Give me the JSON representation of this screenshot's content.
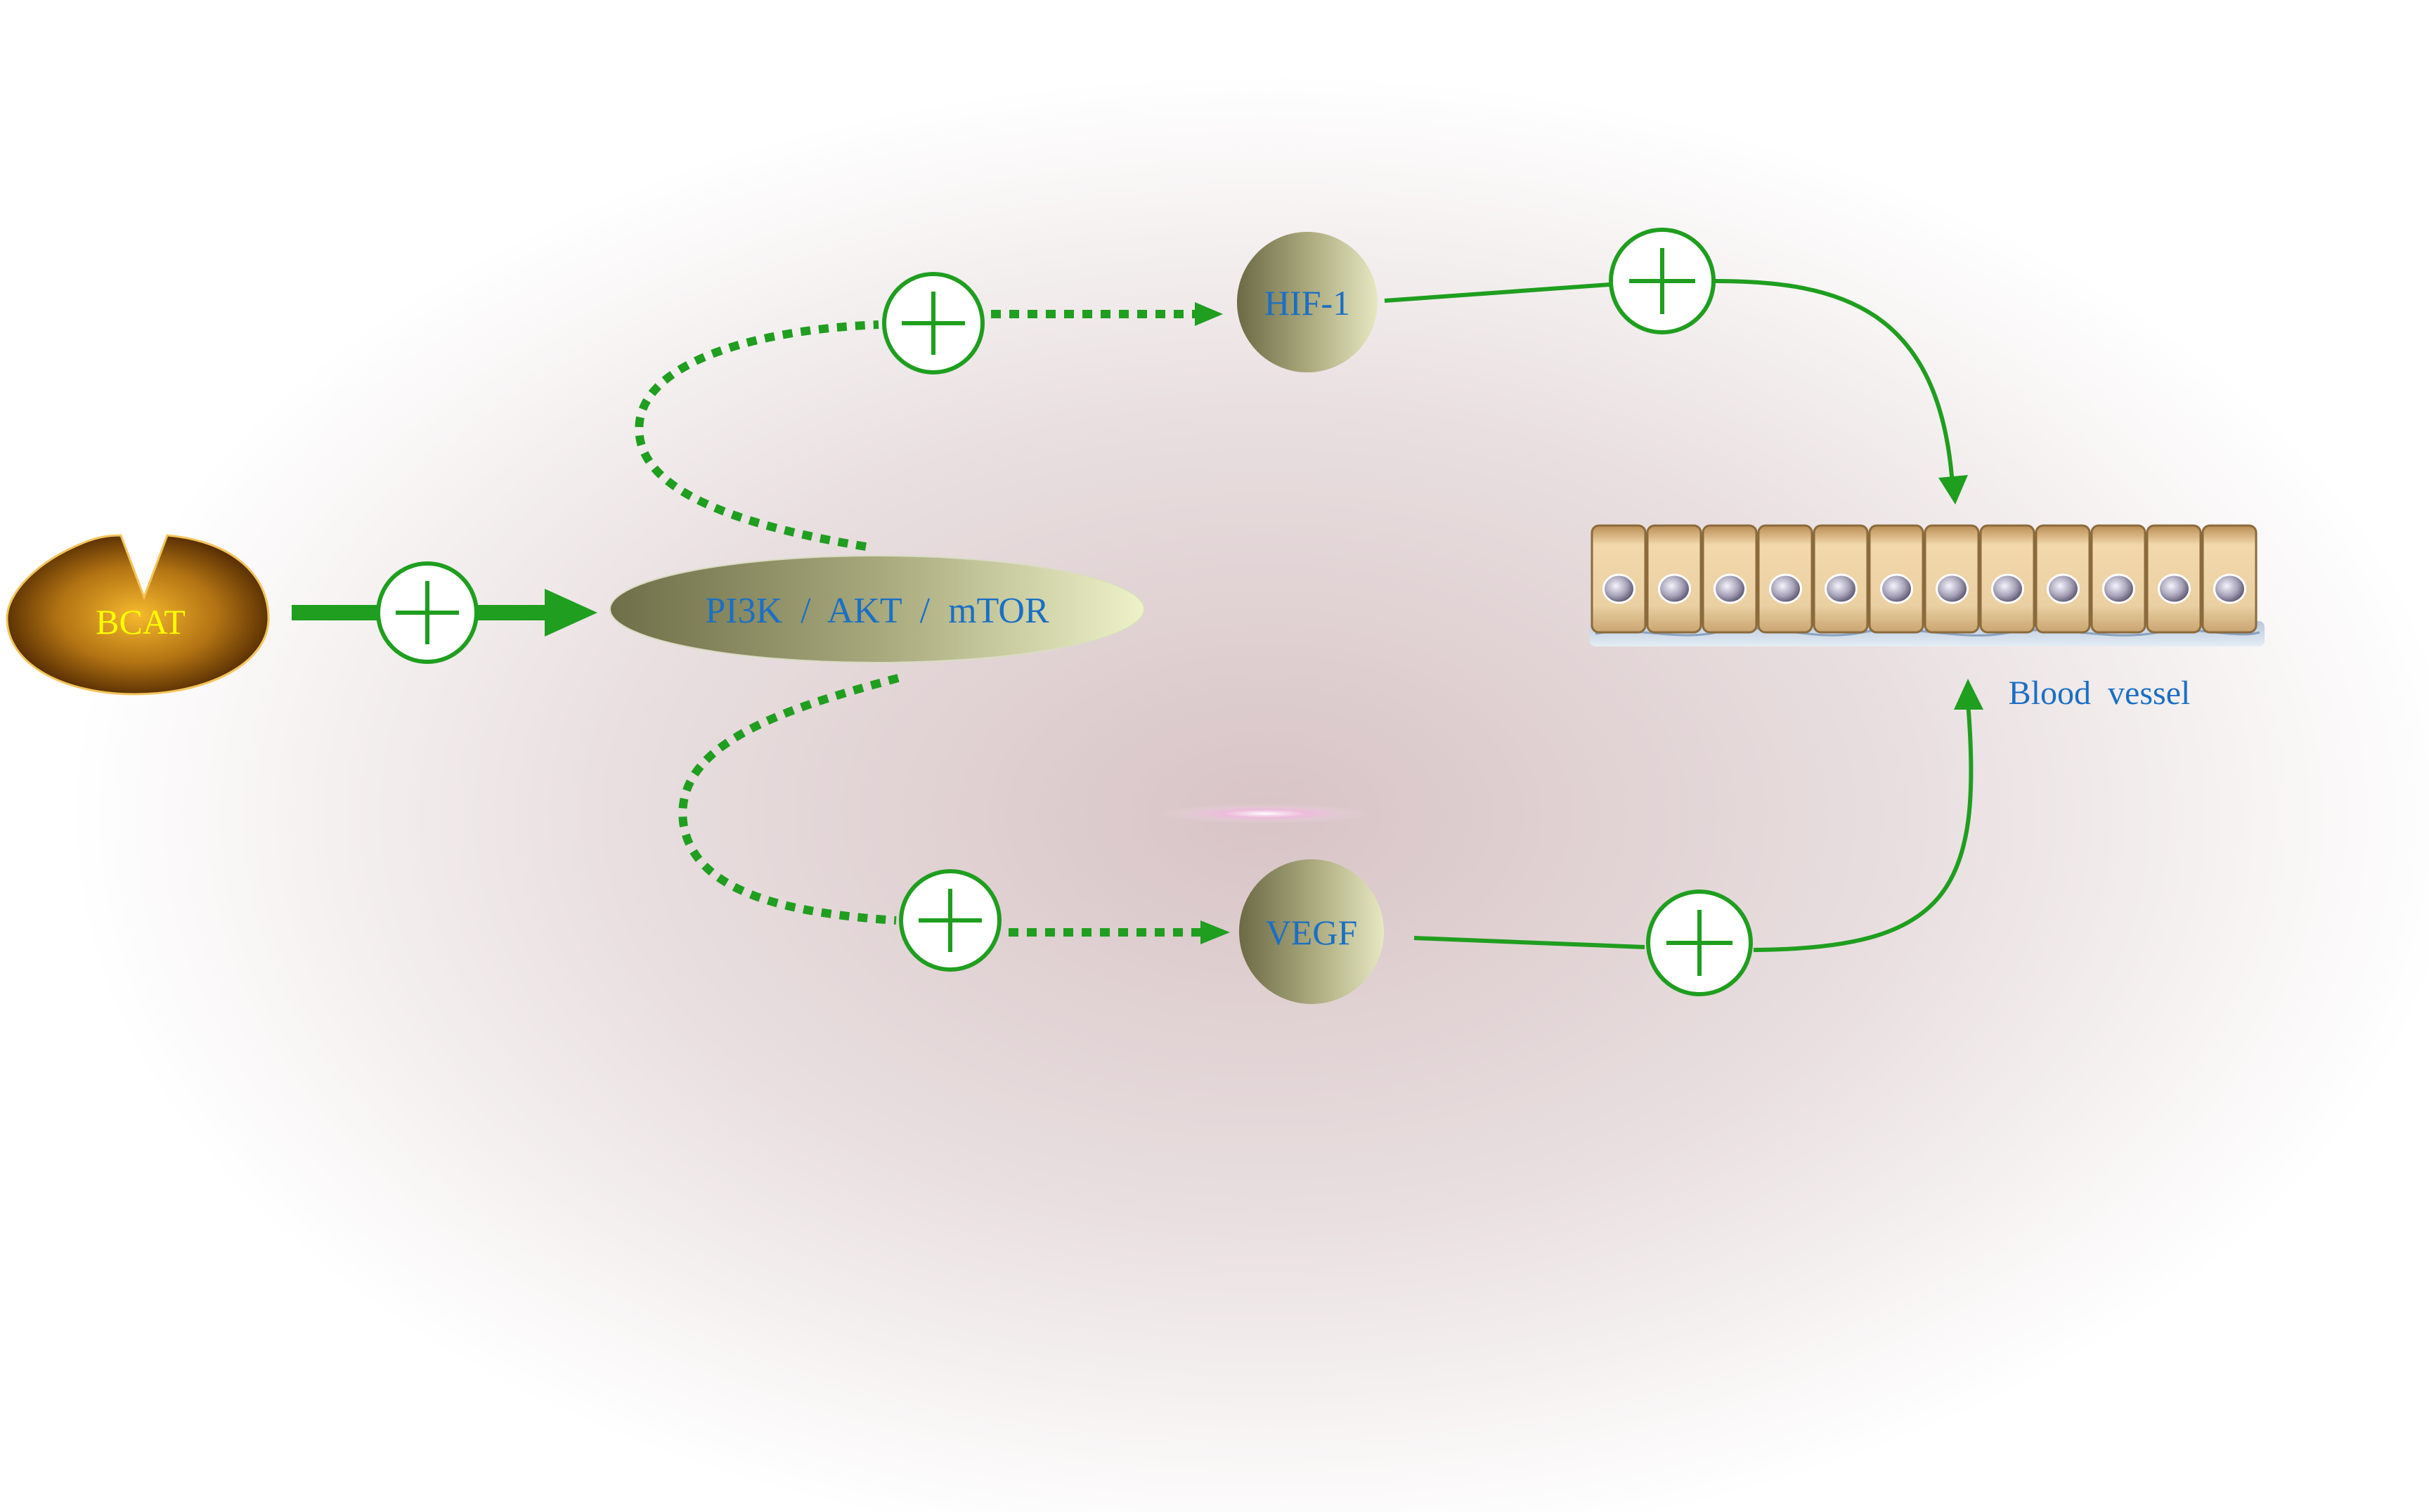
{
  "nodes": {
    "bcat": {
      "label": "BCAT"
    },
    "pathway": {
      "label": "PI3K  /  AKT  /  mTOR"
    },
    "hif": {
      "label": "HIF-1"
    },
    "vegf": {
      "label": "VEGF"
    },
    "vessel": {
      "label": "Blood  vessel"
    }
  },
  "edges": [
    {
      "from": "BCAT",
      "to": "PI3K / AKT / mTOR",
      "sign": "+",
      "style": "solid"
    },
    {
      "from": "PI3K / AKT / mTOR",
      "to": "HIF-1",
      "sign": "+",
      "style": "dotted"
    },
    {
      "from": "PI3K / AKT / mTOR",
      "to": "VEGF",
      "sign": "+",
      "style": "dotted"
    },
    {
      "from": "HIF-1",
      "to": "Blood vessel",
      "sign": "+",
      "style": "solid"
    },
    {
      "from": "VEGF",
      "to": "Blood vessel",
      "sign": "+",
      "style": "solid"
    }
  ],
  "colors": {
    "arrow": "#1f9e1f",
    "label_blue": "#1a6fc4",
    "bcat_text": "#ffff00",
    "bcat_fill": "#8a5a00",
    "node_fill": "#8a8a5c"
  }
}
